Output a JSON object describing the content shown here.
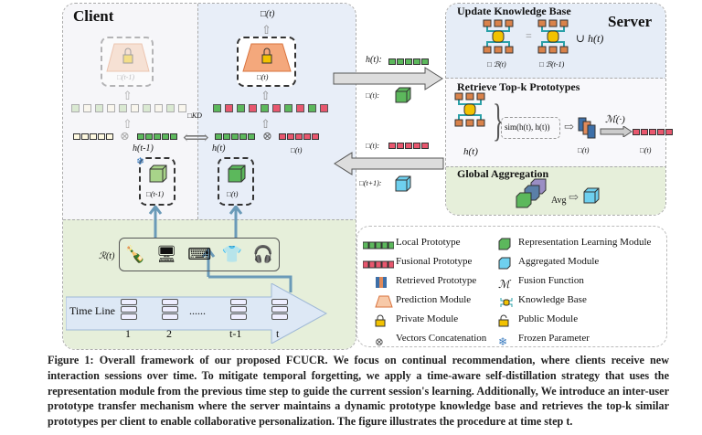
{
  "client": {
    "title": "Client",
    "prev_pred_label": "□(t-1)",
    "cur_pred_label": "□(t)",
    "output_label": "□(t)",
    "kd_label": "□KD",
    "h_prev": "h(t-1)",
    "h_cur": "h(t)",
    "p_fused": "□(t)",
    "prev_rep_label": "□(t-1)",
    "cur_rep_label": "□(t)",
    "items_label": "ℛ(t)",
    "items": [
      "bottles",
      "computer",
      "keyboard",
      "clothes",
      "earbuds"
    ],
    "timeline": {
      "label": "Time Line",
      "ticks": [
        "1",
        "2",
        "......",
        "t-1",
        "t"
      ]
    }
  },
  "transfer": {
    "upload_proto": "h(t):",
    "upload_module": "□(t):",
    "download_proto": "□(t):",
    "download_module": "□(t+1):"
  },
  "server": {
    "title": "Server",
    "update": {
      "title": "Update Knowledge Base",
      "kb_new": "□ ℬ(t)",
      "equals": "=",
      "kb_old": "□ ℬ(t-1)",
      "union": "∪ h(t)"
    },
    "retrieve": {
      "title": "Retrieve Top-k Prototypes",
      "h_label": "h(t)",
      "sim": "sim(h(t), h(t))",
      "retrieved_label": "□(t)",
      "fusion": "ℳ(·)",
      "fused_label": "□(t)"
    },
    "aggregation": {
      "title": "Global Aggregation",
      "avg": "Avg"
    }
  },
  "legend": [
    {
      "icon": "local-prototype",
      "label": "Local Prototype"
    },
    {
      "icon": "fusional-prototype",
      "label": "Fusional Prototype"
    },
    {
      "icon": "retrieved-prototype",
      "label": "Retrieved Prototype"
    },
    {
      "icon": "prediction-module",
      "label": "Prediction Module"
    },
    {
      "icon": "lock-icon",
      "label": "Private Module"
    },
    {
      "icon": "otimes-icon",
      "label": "Vectors Concatenation"
    },
    {
      "icon": "green-cube",
      "label": "Representation Learning Module"
    },
    {
      "icon": "blue-cube",
      "label": "Aggregated Module"
    },
    {
      "icon": "fusion-m",
      "label": "Fusion Function"
    },
    {
      "icon": "knowledge-base",
      "label": "Knowledge Base"
    },
    {
      "icon": "unlock-icon",
      "label": "Public Module"
    },
    {
      "icon": "snowflake-icon",
      "label": "Frozen Parameter"
    }
  ],
  "caption": "Figure 1: Overall framework of our proposed FCUCR. We focus on continual recommendation, where clients receive new interaction sessions over time. To mitigate temporal forgetting, we apply a time-aware self-distillation strategy that uses the representation module from the previous time step to guide the current session's learning. Additionally, We introduce an inter-user prototype transfer mechanism where the server maintains a dynamic prototype knowledge base and retrieves the top-k similar prototypes per client to enable collaborative personalization. The figure illustrates the procedure at time step t.",
  "colors": {
    "green": "#5cb85c",
    "red": "#e8576e",
    "beige": "#fdf8e0",
    "orange": "#f4a87c",
    "cyan": "#6ed0ef",
    "panel_blue": "#e8eef8",
    "panel_green": "#e6efda"
  }
}
